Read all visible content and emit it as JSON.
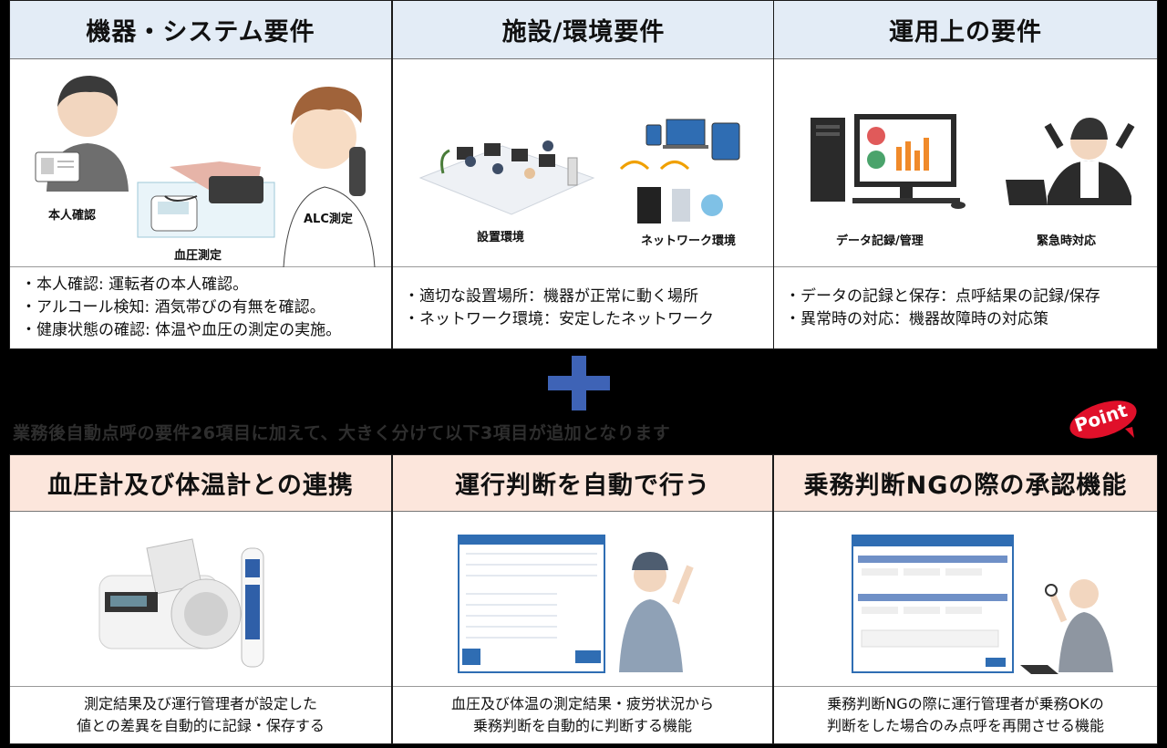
{
  "top": {
    "col1": {
      "header": "機器・システム要件",
      "labels": {
        "identity": "本人確認",
        "blood_pressure": "血圧測定",
        "alc": "ALC測定"
      },
      "bullets": [
        "・本人確認: 運転者の本人確認。",
        "・アルコール検知: 酒気帯びの有無を確認。",
        "・健康状態の確認: 体温や血圧の測定の実施。"
      ]
    },
    "col2": {
      "header": "施設/環境要件",
      "labels": {
        "install": "設置環境",
        "network": "ネットワーク環境"
      },
      "bullets": [
        "・適切な設置場所：機器が正常に動く場所",
        "・ネットワーク環境：安定したネットワーク"
      ]
    },
    "col3": {
      "header": "運用上の要件",
      "labels": {
        "data": "データ記録/管理",
        "emergency": "緊急時対応"
      },
      "bullets": [
        "・データの記録と保存：点呼結果の記録/保存",
        "・異常時の対応：機器故障時の対応策"
      ]
    }
  },
  "banner": "業務後自動点呼の要件26項目に加えて、大きく分けて以下3項目が追加となります",
  "point_badge": "Point",
  "bottom": {
    "col1": {
      "header": "血圧計及び体温計との連携",
      "desc": [
        "測定結果及び運行管理者が設定した",
        "値との差異を自動的に記録・保存する"
      ]
    },
    "col2": {
      "header": "運行判断を自動で行う",
      "desc": [
        "血圧及び体温の測定結果・疲労状況から",
        "乗務判断を自動的に判断する機能"
      ]
    },
    "col3": {
      "header": "乗務判断NGの際の承認機能",
      "desc": [
        "乗務判断NGの際に運行管理者が乗務OKの",
        "判断をした場合のみ点呼を再開させる機能"
      ]
    }
  },
  "colors": {
    "plus": "#3e63b6",
    "header_blue": "#e3ecf6",
    "header_peach": "#fce6dc",
    "point_red": "#e0102a"
  }
}
